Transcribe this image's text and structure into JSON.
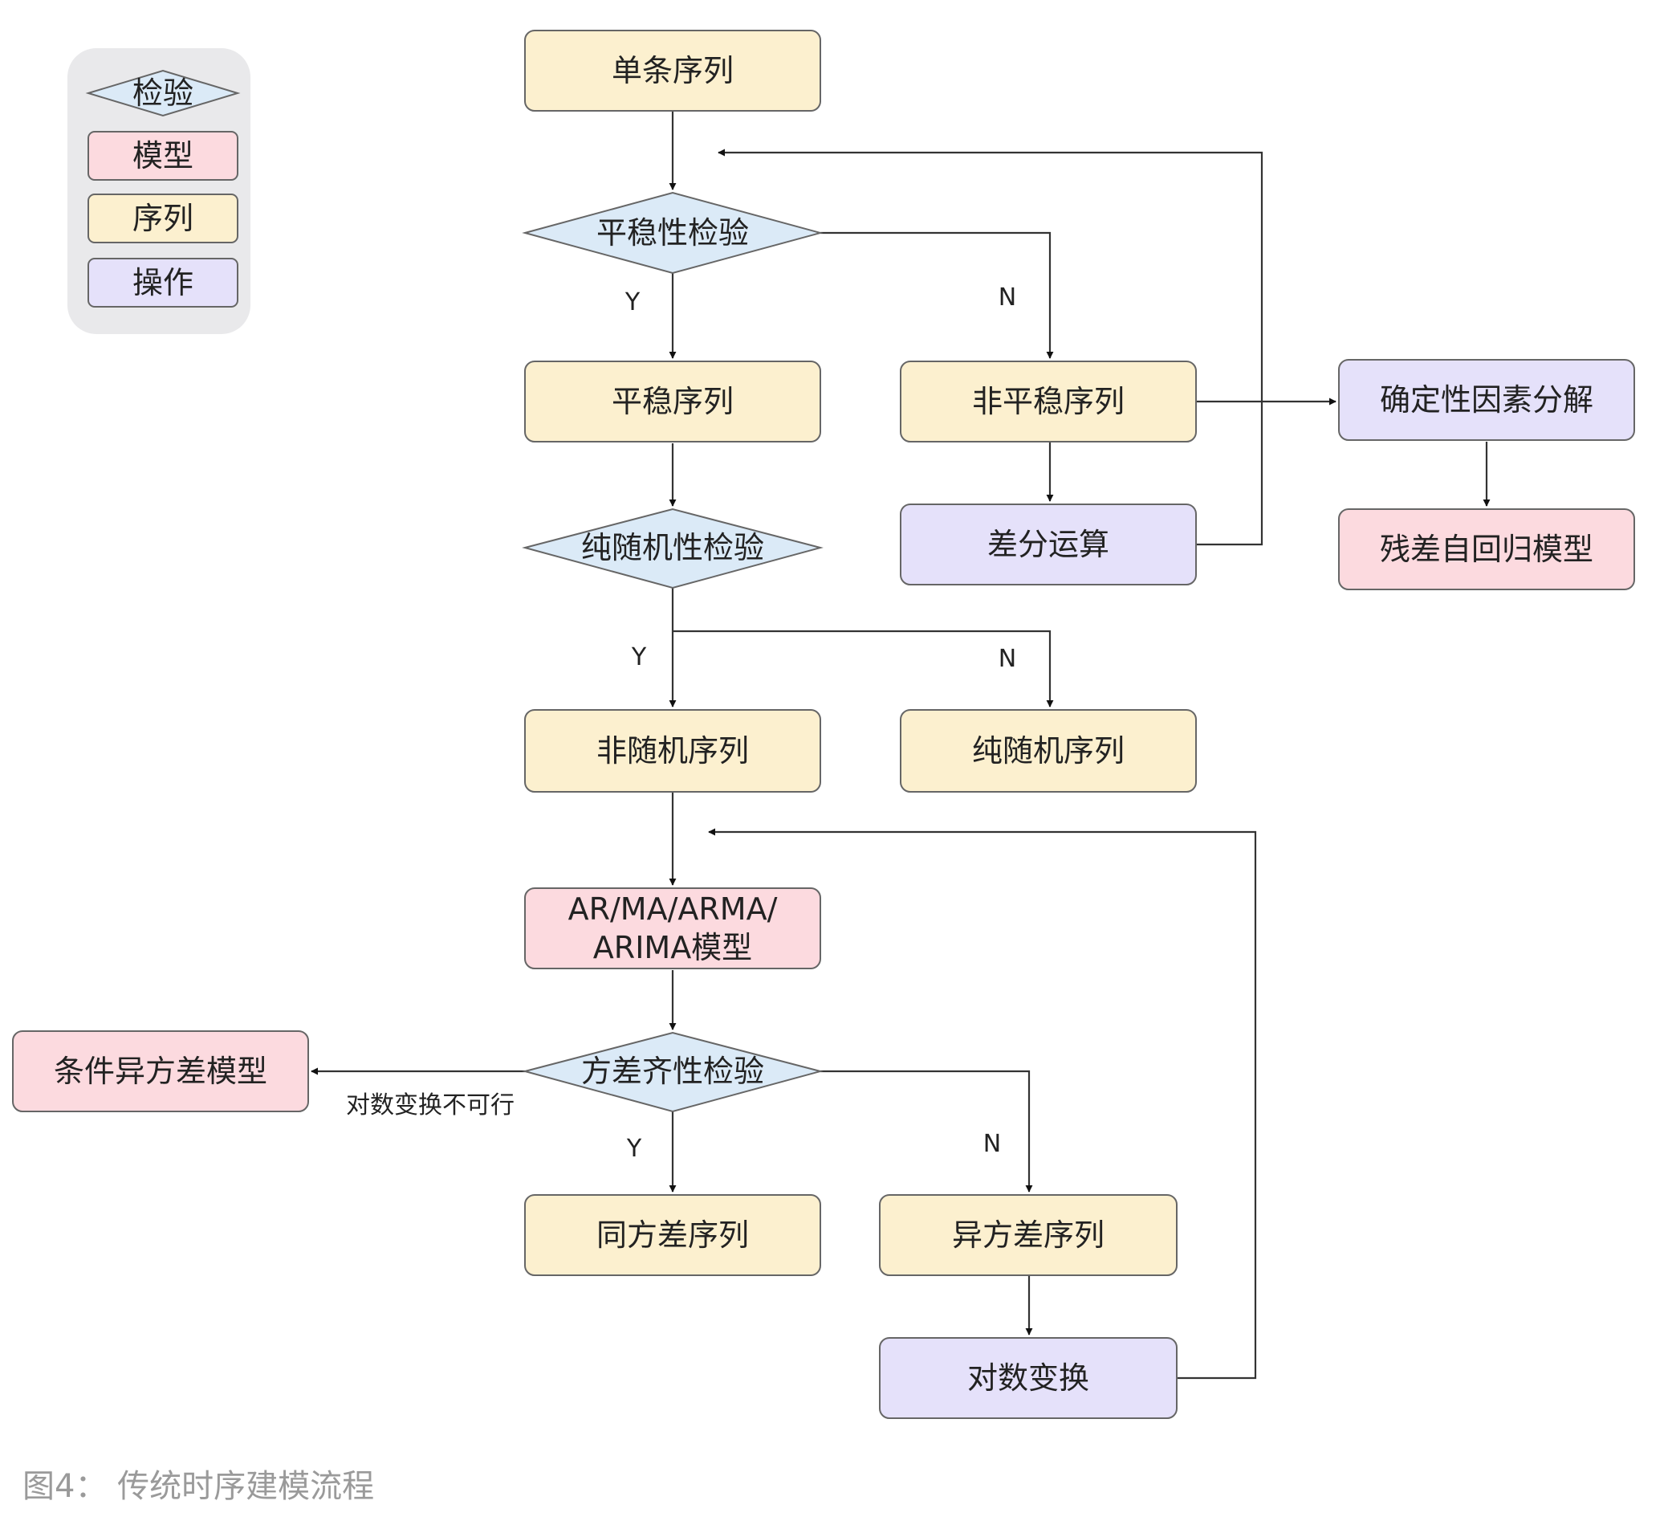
{
  "colors": {
    "check": "#dbeaf7",
    "model": "#fcdadf",
    "sequence": "#fcf0cf",
    "operation": "#e5e1fa",
    "stroke": "#666666",
    "legend_bg": "#e9e9eb"
  },
  "legend": {
    "check": "检验",
    "model": "模型",
    "sequence": "序列",
    "operation": "操作"
  },
  "nodes": {
    "single_series": "单条序列",
    "stationarity_test": "平稳性检验",
    "stationary_series": "平稳序列",
    "nonstationary_series": "非平稳序列",
    "deterministic_decomposition": "确定性因素分解",
    "differencing": "差分运算",
    "residual_ar_model": "残差自回归模型",
    "white_noise_test": "纯随机性检验",
    "nonrandom_series": "非随机序列",
    "white_noise_series": "纯随机序列",
    "arima_model_line1": "AR/MA/ARMA/",
    "arima_model_line2": "ARIMA模型",
    "homoscedasticity_test": "方差齐性检验",
    "conditional_heteroscedastic_model": "条件异方差模型",
    "homoscedastic_series": "同方差序列",
    "heteroscedastic_series": "异方差序列",
    "log_transform": "对数变换"
  },
  "edge_labels": {
    "stationarity_yes": "Y",
    "stationarity_no": "N",
    "white_noise_yes": "Y",
    "white_noise_no": "N",
    "variance_yes": "Y",
    "variance_no": "N",
    "log_not_feasible": "对数变换不可行"
  },
  "caption": "图4： 传统时序建模流程"
}
